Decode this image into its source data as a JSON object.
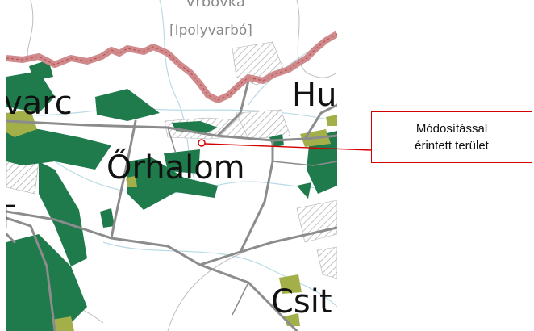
{
  "map": {
    "labels": {
      "varbo_partial": "Vrbovka",
      "varbo": "[Ipolyvarbó]",
      "varc_partial": "varc",
      "orhalom": "Őrhalom",
      "hu_partial": "Hu",
      "csit_partial": "Csit",
      "t_partial": "T"
    }
  },
  "callout": {
    "line1": "Módosítással",
    "line2": "érintett terület"
  },
  "colors": {
    "forest": "#1f7a4c",
    "meadow": "#a3b04a",
    "border": "#d08a8c",
    "road": "#8c8c8c",
    "water": "#b9dbe6",
    "callout": "#d40000"
  }
}
